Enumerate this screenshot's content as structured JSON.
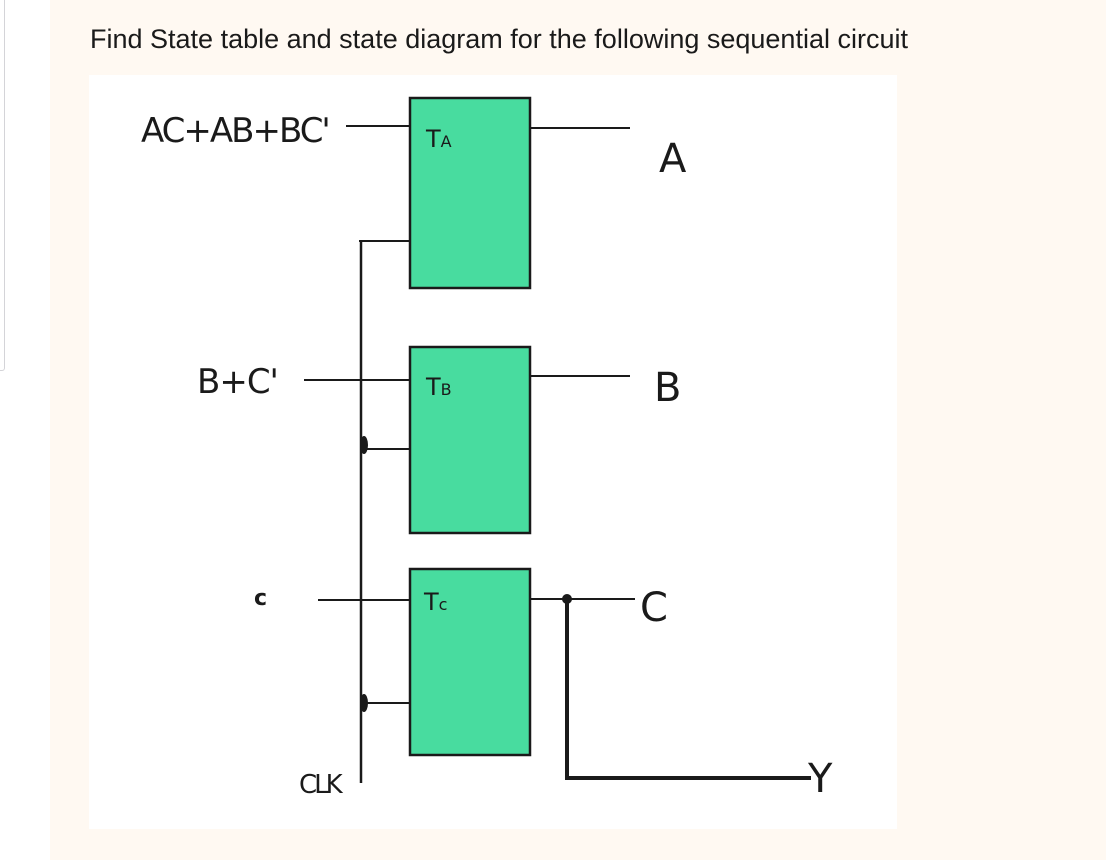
{
  "question": "Find State table and state diagram for the following sequential circuit",
  "circuit": {
    "flip_flops": [
      {
        "name": "TA",
        "main": "T",
        "sub": "A",
        "input": "AC+AB+BC'",
        "output": "A"
      },
      {
        "name": "TB",
        "main": "T",
        "sub": "B",
        "input": "B+C'",
        "output": "B"
      },
      {
        "name": "TC",
        "main": "T",
        "sub": "c",
        "input": "c",
        "output": "C"
      }
    ],
    "clock_label": "CLK",
    "circuit_output": "Y",
    "fill_color": "#48dc9f",
    "wire_color": "#1a1a1a"
  }
}
